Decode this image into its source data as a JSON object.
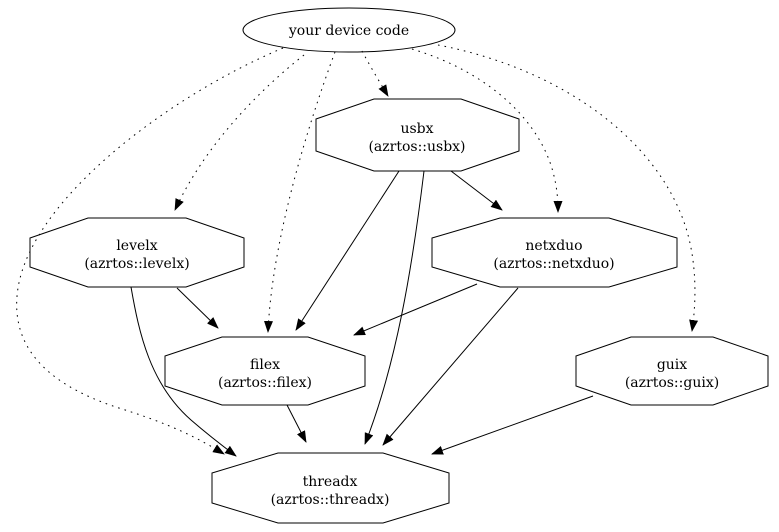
{
  "diagram": {
    "type": "dependency-graph",
    "background_color": "#ffffff",
    "stroke_color": "#000000",
    "text_color": "#000000",
    "nodes": [
      {
        "id": "device",
        "shape": "ellipse",
        "label": "your device code",
        "sublabel": ""
      },
      {
        "id": "usbx",
        "shape": "octagon",
        "label": "usbx",
        "sublabel": "(azrtos::usbx)"
      },
      {
        "id": "levelx",
        "shape": "octagon",
        "label": "levelx",
        "sublabel": "(azrtos::levelx)"
      },
      {
        "id": "netxduo",
        "shape": "octagon",
        "label": "netxduo",
        "sublabel": "(azrtos::netxduo)"
      },
      {
        "id": "filex",
        "shape": "octagon",
        "label": "filex",
        "sublabel": "(azrtos::filex)"
      },
      {
        "id": "guix",
        "shape": "octagon",
        "label": "guix",
        "sublabel": "(azrtos::guix)"
      },
      {
        "id": "threadx",
        "shape": "octagon",
        "label": "threadx",
        "sublabel": "(azrtos::threadx)"
      }
    ],
    "edges": [
      {
        "from": "device",
        "to": "usbx",
        "style": "dotted"
      },
      {
        "from": "device",
        "to": "levelx",
        "style": "dotted"
      },
      {
        "from": "device",
        "to": "netxduo",
        "style": "dotted"
      },
      {
        "from": "device",
        "to": "filex",
        "style": "dotted"
      },
      {
        "from": "device",
        "to": "guix",
        "style": "dotted"
      },
      {
        "from": "device",
        "to": "threadx",
        "style": "dotted"
      },
      {
        "from": "usbx",
        "to": "netxduo",
        "style": "solid"
      },
      {
        "from": "usbx",
        "to": "filex",
        "style": "solid"
      },
      {
        "from": "usbx",
        "to": "threadx",
        "style": "solid"
      },
      {
        "from": "levelx",
        "to": "filex",
        "style": "solid"
      },
      {
        "from": "levelx",
        "to": "threadx",
        "style": "solid"
      },
      {
        "from": "netxduo",
        "to": "filex",
        "style": "solid"
      },
      {
        "from": "netxduo",
        "to": "threadx",
        "style": "solid"
      },
      {
        "from": "filex",
        "to": "threadx",
        "style": "solid"
      },
      {
        "from": "guix",
        "to": "threadx",
        "style": "solid"
      }
    ]
  }
}
